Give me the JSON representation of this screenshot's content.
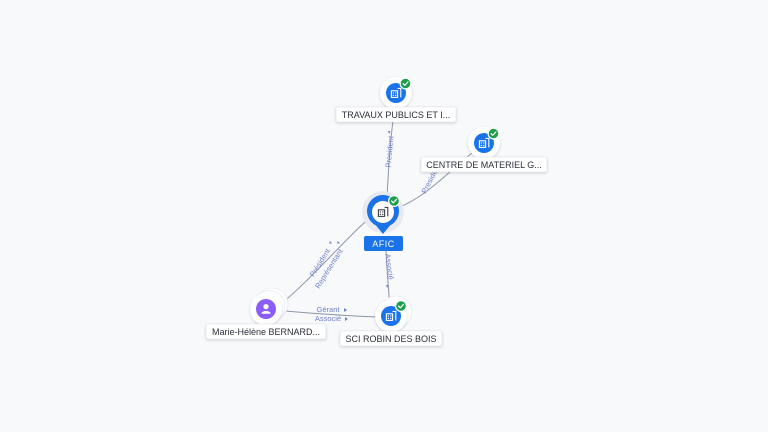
{
  "colors": {
    "company_blue": "#1a73e8",
    "person_purple": "#8b5cf6",
    "check_green": "#1e9e4a",
    "edge_label": "#6f7fc9"
  },
  "nodes": {
    "afic": {
      "label": "AFIC",
      "icon": "building-icon",
      "verified": true
    },
    "travaux": {
      "label": "TRAVAUX PUBLICS ET I...",
      "icon": "building-icon",
      "verified": true
    },
    "centre": {
      "label": "CENTRE DE MATERIEL G...",
      "icon": "building-icon",
      "verified": true
    },
    "sci": {
      "label": "SCI ROBIN DES BOIS",
      "icon": "building-icon",
      "verified": true
    },
    "person": {
      "label": "Marie-Hélène BERNARD...",
      "icon": "person-icon",
      "verified": false
    }
  },
  "edges": {
    "afic_travaux": "President",
    "afic_centre": "President",
    "afic_sci": "Associé",
    "person_afic_1": "Président",
    "person_afic_2": "Représentant",
    "person_sci_1": "Gérant",
    "person_sci_2": "Associé"
  }
}
